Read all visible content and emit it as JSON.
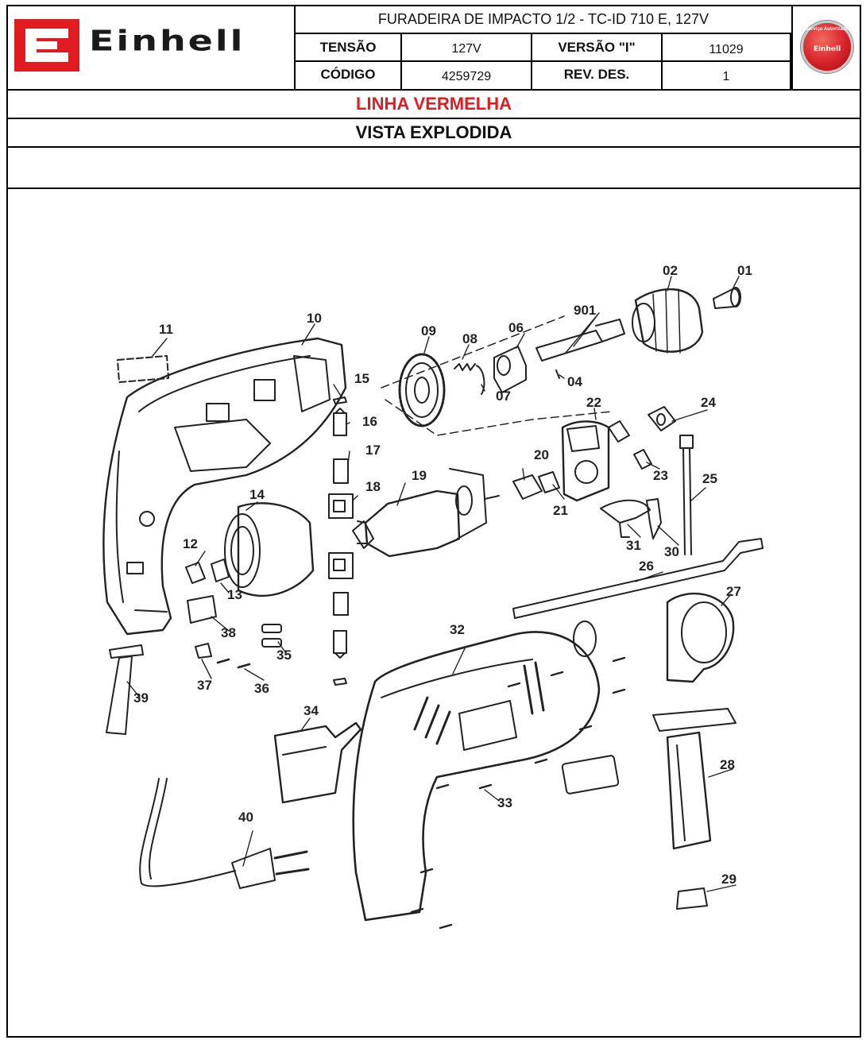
{
  "header": {
    "brand": "Einhell",
    "title": "FURADEIRA DE IMPACTO 1/2 - TC-ID 710 E, 127V",
    "row1": {
      "label_a": "TENSÃO",
      "value_a": "127V",
      "label_b": "VERSÃO \"I\"",
      "value_b": "11029"
    },
    "row2": {
      "label_a": "CÓDIGO",
      "value_a": "4259729",
      "label_b": "REV. DES.",
      "value_b": "1"
    },
    "seal": {
      "ring_text": "Serviço Autorizado",
      "brand": "Einhell"
    }
  },
  "bands": {
    "line": "LINHA VERMELHA",
    "view": "VISTA EXPLODIDA"
  },
  "colors": {
    "brand_red": "#e11b22",
    "frame": "#000000"
  },
  "parts": {
    "p01": "01",
    "p02": "02",
    "p901": "901",
    "p04": "04",
    "p06": "06",
    "p07": "07",
    "p08": "08",
    "p09": "09",
    "p10": "10",
    "p11": "11",
    "p12": "12",
    "p13": "13",
    "p14": "14",
    "p15": "15",
    "p16": "16",
    "p17": "17",
    "p18": "18",
    "p19": "19",
    "p20": "20",
    "p21": "21",
    "p22": "22",
    "p23": "23",
    "p24": "24",
    "p25": "25",
    "p26": "26",
    "p27": "27",
    "p28": "28",
    "p29": "29",
    "p30": "30",
    "p31": "31",
    "p32": "32",
    "p33": "33",
    "p34": "34",
    "p35": "35",
    "p36": "36",
    "p37": "37",
    "p38": "38",
    "p39": "39",
    "p40": "40"
  }
}
